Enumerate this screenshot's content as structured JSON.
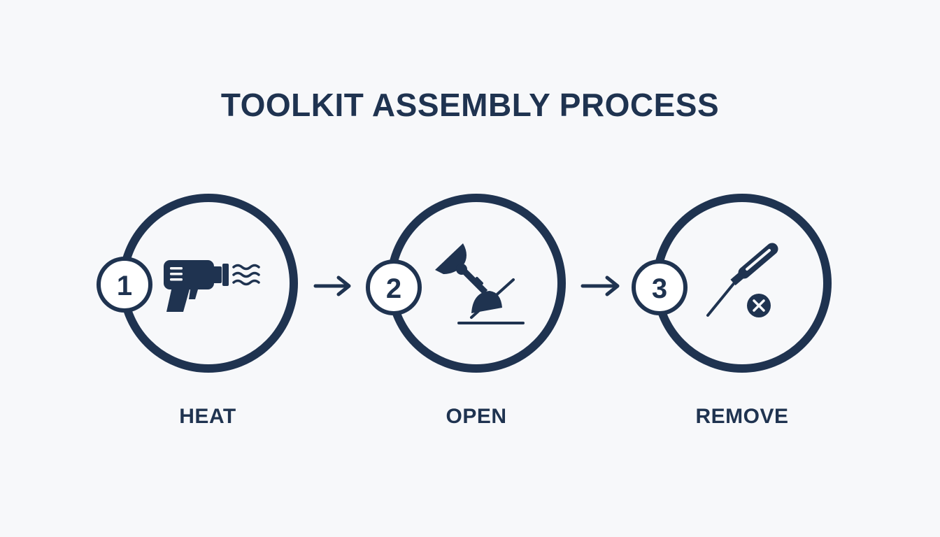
{
  "title": "TOOLKIT ASSEMBLY PROCESS",
  "colors": {
    "ink": "#1f3350",
    "background": "#f7f8fa",
    "badge_fill": "#ffffff"
  },
  "steps": [
    {
      "number": "1",
      "label": "HEAT",
      "icon": "heat-gun-icon"
    },
    {
      "number": "2",
      "label": "OPEN",
      "icon": "suction-cup-icon"
    },
    {
      "number": "3",
      "label": "REMOVE",
      "icon": "screwdriver-remove-icon"
    }
  ],
  "connectors": [
    {
      "from": "1",
      "to": "2",
      "icon": "arrow-right-icon"
    },
    {
      "from": "2",
      "to": "3",
      "icon": "arrow-right-icon"
    }
  ]
}
